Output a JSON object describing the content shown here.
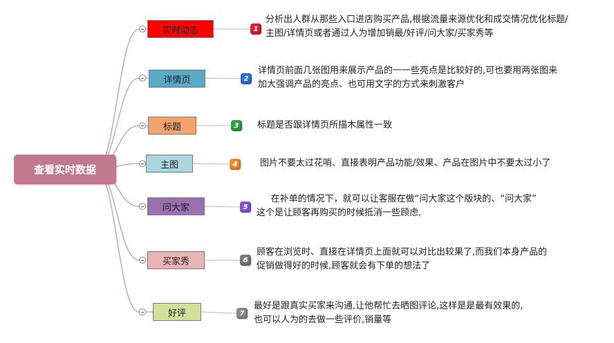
{
  "root": {
    "label": "查看实时数据",
    "color": "#c0798f"
  },
  "branches": [
    {
      "label": "实时动态",
      "number": "1",
      "badge_color": "#e0202a",
      "node_color": "#ff0000",
      "desc_lines": [
        "分析出人群从那些入口进店购买产品,根据流量来源优化和成交情况优化标题/",
        "主图/详情页或者通过人为增加销最/好评/问大家/买家秀等"
      ]
    },
    {
      "label": "详情页",
      "number": "2",
      "badge_color": "#2f6fd6",
      "node_color": "#5aa9c7",
      "desc_lines": [
        "详情页前面几张图用来展示产品的一一些亮点是比较好的,可也要用两张图来",
        "加大强调产品的亮点、也可用文字的方式来刺激客户"
      ]
    },
    {
      "label": "标题",
      "number": "3",
      "badge_color": "#2ea043",
      "node_color": "#f5a36c",
      "desc_lines": [
        "标题是否跟详情页所描木属性一致"
      ]
    },
    {
      "label": "主图",
      "number": "4",
      "badge_color": "#f0902a",
      "node_color": "#a9d6df",
      "desc_lines": [
        "图片不要太过花哨、直接表明产品功能/效果、产品在图片中不要太过小了"
      ]
    },
    {
      "label": "问大家",
      "number": "5",
      "badge_color": "#8a4fd8",
      "node_color": "#9a6fb0",
      "desc_lines": [
        "     在补单的情况下，就可以让客服在做“问大家这个版块的、“问大家”",
        "这个是让顾客再购买的时候抵消一些顾虑,"
      ]
    },
    {
      "label": "买家秀",
      "number": "6",
      "badge_color": "#7d7d7d",
      "node_color": "#e9b4b6",
      "desc_lines": [
        "顾客在浏览时、直接在详情页上面就可以对比出较果了,而我们本身产品的",
        "促销做得好的时候,顾客就会有下单的想法了"
      ]
    },
    {
      "label": "好评",
      "number": "7",
      "badge_color": "#8a8a8a",
      "node_color": "#d3e09b",
      "desc_lines": [
        "最好是跟真实买家来沟通,让他帮忙去晒图评论,这样是是最有效果的,",
        "也可以人为的去做一些评价,销量等"
      ]
    }
  ],
  "connector_color": "#c79aa8"
}
